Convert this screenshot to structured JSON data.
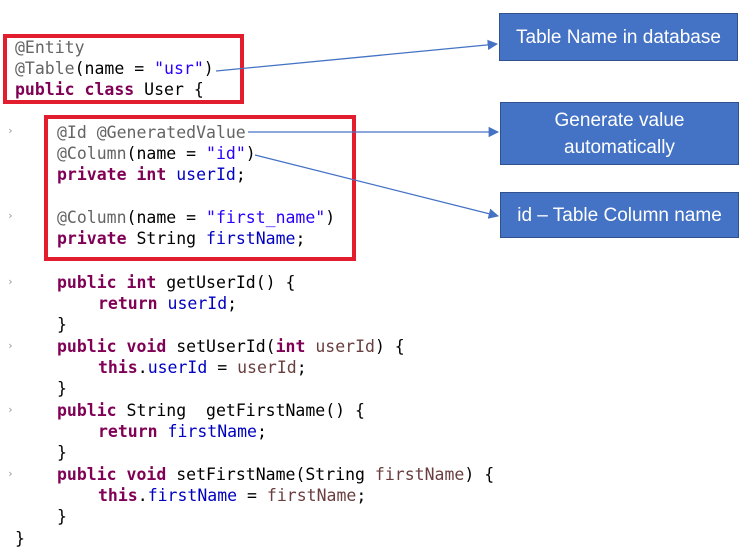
{
  "callouts": {
    "table_name": "Table Name in database",
    "generate_value_line1": "Generate value",
    "generate_value_line2": "automatically",
    "column_name": "id – Table Column name"
  },
  "code": {
    "entity_annotation": "@Entity",
    "table_annotation": "@Table",
    "table_args_open": "(name = ",
    "table_name_value": "\"usr\"",
    "close_paren": ")",
    "kw_public": "public",
    "kw_class": "class",
    "kw_private": "private",
    "kw_int": "int",
    "kw_void": "void",
    "kw_return": "return",
    "kw_this": "this",
    "class_name_tail": " User {",
    "id_annotations": "@Id @GeneratedValue",
    "column_annotation": "@Column",
    "column_args_open": "(name = ",
    "id_value": "\"id\"",
    "first_name_value": "\"first_name\"",
    "field_userId": "userId",
    "field_firstName": "firstName",
    "type_string": " String ",
    "semicolon": ";",
    "get_user_id_sig": " getUserId() {",
    "set_user_id_name": " setUserId(",
    "param_userId": "userId",
    "get_first_name_sig": " getFirstName() {",
    "set_first_name_name": " setFirstName(String ",
    "param_firstName": "firstName",
    "sig_close": ") {",
    "dot": ".",
    "assign": " = ",
    "close_brace": "}"
  },
  "gutter_marker": "›",
  "colors": {
    "highlight_box": "#e21d2d",
    "callout_fill": "#4472c4",
    "arrow": "#4472c4",
    "keyword": "#7f0055",
    "string": "#2a00ff",
    "annotation": "#646464",
    "field": "#0000c0",
    "parameter": "#6a3e3e"
  }
}
